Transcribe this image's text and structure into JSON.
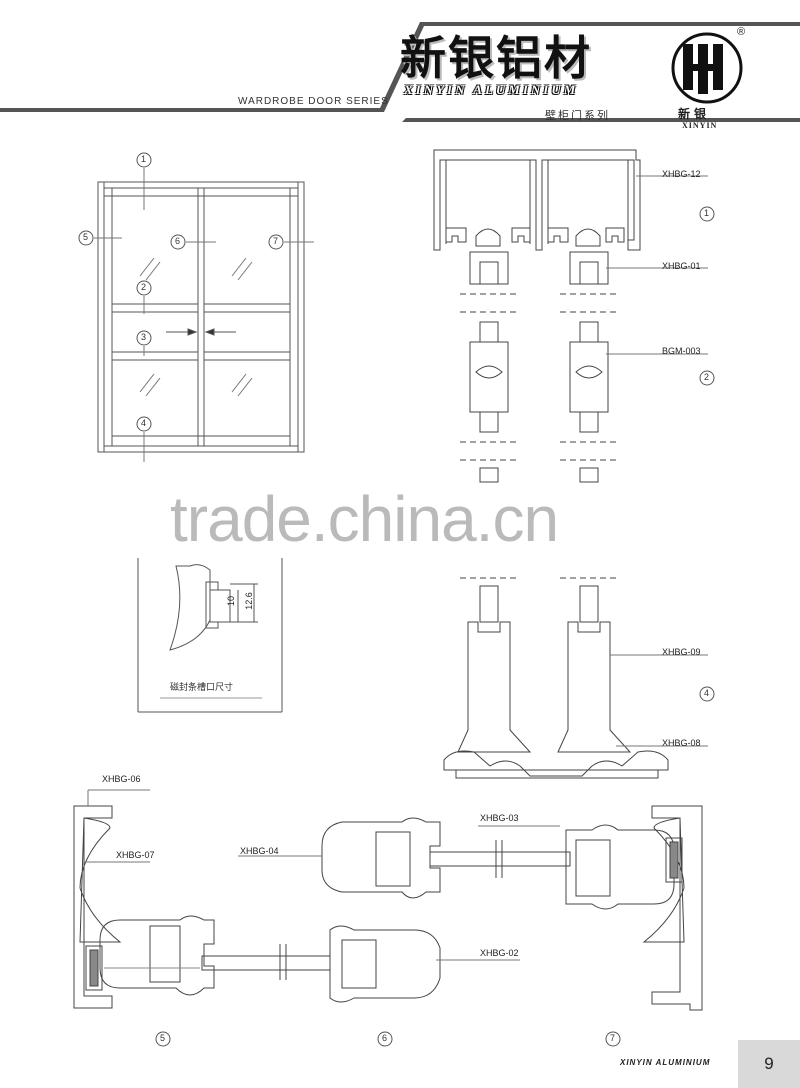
{
  "header": {
    "brand_cn": "新银铝材",
    "brand_en": "XINYIN ALUMINIUM",
    "series_en": "WARDROBE DOOR SERIES",
    "series_cn": "壁柜门系列",
    "logo_name_cn": "新银",
    "logo_name_en": "XINYIN",
    "registered_mark": "®"
  },
  "elevation": {
    "callouts": [
      "1",
      "2",
      "3",
      "4",
      "5",
      "6",
      "7"
    ]
  },
  "profile_codes": {
    "xhbg12": "XHBG-12",
    "xhbg01": "XHBG-01",
    "bgm003": "BGM-003",
    "xhbg09": "XHBG-09",
    "xhbg08": "XHBG-08",
    "xhbg06": "XHBG-06",
    "xhbg07": "XHBG-07",
    "xhbg04": "XHBG-04",
    "xhbg03": "XHBG-03",
    "xhbg02": "XHBG-02"
  },
  "section_numbers": {
    "s1": "1",
    "s2": "2",
    "s4": "4",
    "s5": "5",
    "s6": "6",
    "s7": "7"
  },
  "detail": {
    "dim_10": "10",
    "dim_12_6": "12.6",
    "caption": "磁封条槽口尺寸"
  },
  "watermark": "trade.china.cn",
  "footer": {
    "brand": "XINYIN ALUMINIUM",
    "page_number": "9"
  }
}
